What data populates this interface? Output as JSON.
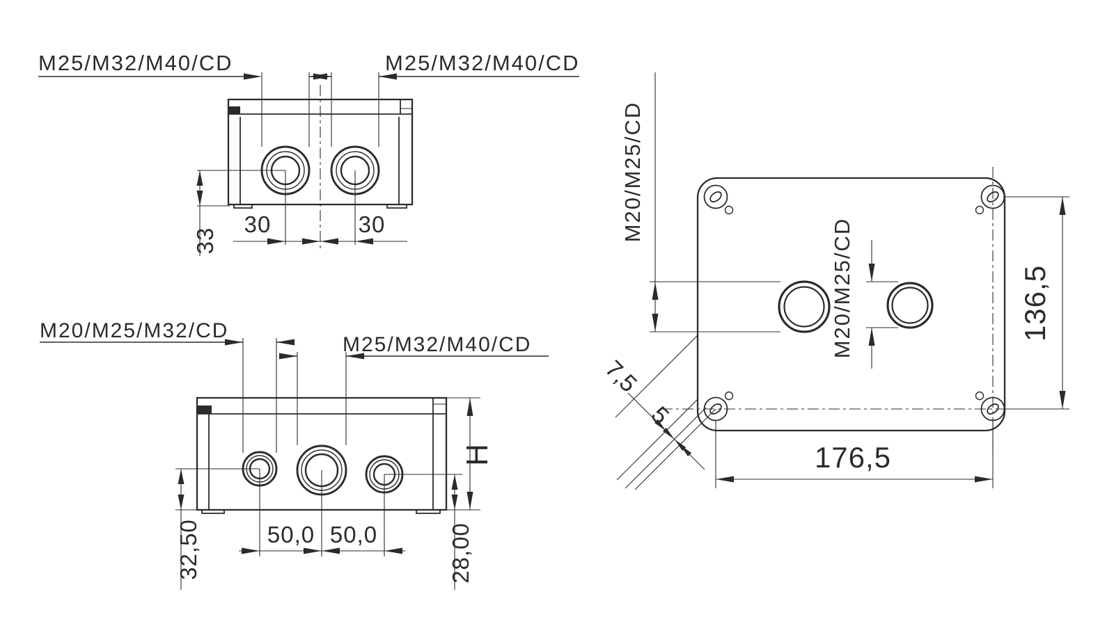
{
  "views": {
    "side": {
      "label_left": "M25/M32/M40/CD",
      "label_right": "M25/M32/M40/CD",
      "dim_center_height": "33",
      "dim_spacing_left": "30",
      "dim_spacing_right": "30"
    },
    "front": {
      "label_left": "M20/M25/M32/CD",
      "label_center": "M25/M32/M40/CD",
      "dim_left_hole_height": "32,50",
      "dim_spacing_left": "50,0",
      "dim_spacing_right": "50,0",
      "dim_right_hole_height": "28,00",
      "dim_height": "H"
    },
    "plan": {
      "label_left": "M20/M25/CD",
      "label_center": "M20/M25/CD",
      "dim_diag_a": "7,5",
      "dim_diag_b": "5",
      "dim_width": "176,5",
      "dim_depth": "136,5"
    }
  },
  "colors": {
    "line": "#2b2b2b",
    "background": "#ffffff"
  }
}
